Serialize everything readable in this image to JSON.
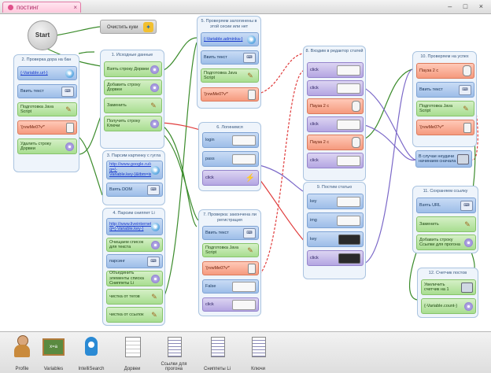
{
  "tab": {
    "title": "постинг",
    "close": "×"
  },
  "window_buttons": "– □ ×",
  "start": "Start",
  "clear_block": "Очистить куки",
  "groups": [
    {
      "title": "2. Проверка дора на бан",
      "blocks": [
        "{-Variable.url-}",
        "Ввить текст",
        "Подготовка Java Script",
        "'{rvwMe0?v*'",
        "Удалить строку Дорвеи"
      ]
    },
    {
      "title": "1. Исходные данные",
      "blocks": [
        "Взять строку Дорвеи",
        "Добавить строку Дорвеи",
        "Заменить",
        "Получить строку Ключи"
      ]
    },
    {
      "title": "3. Парсим картинку с гугла",
      "blocks": [
        "http://www.google.ru/search?q={-Variable.key-}&tbm=isch&tbs=isz",
        "Взять DOM"
      ]
    },
    {
      "title": "4. Парсим сниппет Li",
      "blocks": [
        "http://www.liveinternet.ru/?q={-Variable.key-}",
        "Очищаем список для текста",
        "парсинг",
        "Объединить элементы списка Сниппеты Li",
        "чистка от тегов",
        "чистка от ссылок"
      ]
    },
    {
      "title": "5. Проверяем залогинены в этой сесии или нет",
      "blocks": [
        "{-Variable.adminka-}",
        "Ввить текст",
        "Подготовка Java Script",
        "'{rvwMe0?v*'"
      ]
    },
    {
      "title": "6. Логинимся",
      "blocks": [
        "login",
        "pass",
        "click"
      ]
    },
    {
      "title": "7. Проверка: закончена ли регистрация",
      "blocks": [
        "Ввить текст",
        "Подготовка Java Script",
        "'{rvwMe0?v*'",
        "False",
        "click"
      ]
    },
    {
      "title": "8. Входим в редактор статей",
      "blocks": [
        "click",
        "click",
        "Пауза 2 с",
        "click",
        "Пауза 2 с",
        "click"
      ]
    },
    {
      "title": "9. Постим статью",
      "blocks": [
        "key",
        "img",
        "key",
        "click"
      ]
    },
    {
      "title": "10. Проверяем на успех",
      "blocks": [
        "Пауза 2 с",
        "Ввить текст",
        "Подготовка Java Script",
        "'{rvwMe0?v*'"
      ]
    },
    {
      "title": "11. Сохраняем ссылку",
      "blocks": [
        "Взять URL",
        "Заменить",
        "Добавить строку Ссылки для прогона"
      ]
    },
    {
      "title": "12. Счетчик постов",
      "blocks": [
        "Увеличить счетчик на 1",
        "{-Variable.count-}"
      ]
    }
  ],
  "standalone_block": "В случае неудачи начинаем сначала",
  "toolbar": [
    {
      "name": "profile",
      "label": "Profile"
    },
    {
      "name": "variables",
      "label": "Variables"
    },
    {
      "name": "intellisearch",
      "label": "IntelliSearch"
    },
    {
      "name": "dorvei",
      "label": "Дорвеи"
    },
    {
      "name": "links",
      "label": "Ссылки для прогона"
    },
    {
      "name": "snippets",
      "label": "Сниппеты Li"
    },
    {
      "name": "keys",
      "label": "Ключи"
    }
  ],
  "colors": {
    "accent": "#e0508a",
    "group_bg": "#eef4fb",
    "blue": "#9dbde8",
    "green": "#a8dd90",
    "red": "#f59a7e",
    "purple": "#b4a6e2"
  }
}
